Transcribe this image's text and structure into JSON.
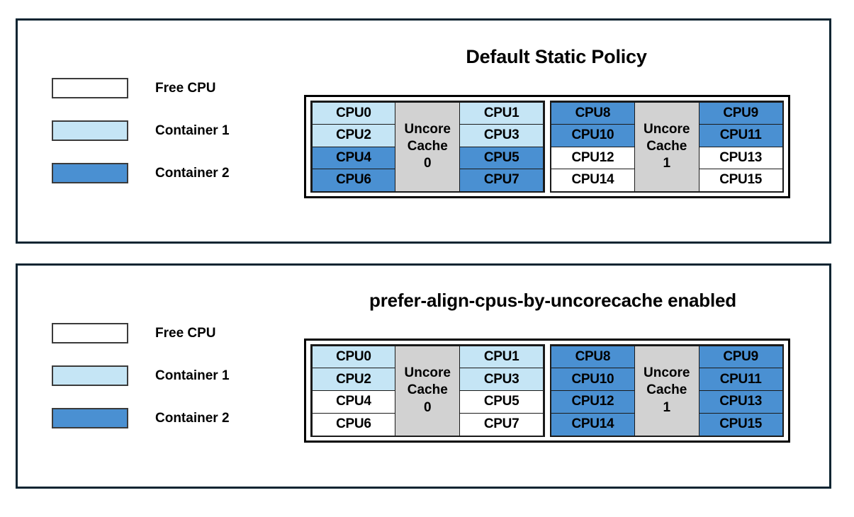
{
  "legend": {
    "items": [
      {
        "label": "Free CPU",
        "color": "#ffffff",
        "key": "free"
      },
      {
        "label": "Container 1",
        "color": "#c5e5f5",
        "key": "c1"
      },
      {
        "label": "Container 2",
        "color": "#4a90d2",
        "key": "c2"
      }
    ]
  },
  "colors": {
    "free": "#ffffff",
    "container1": "#c5e5f5",
    "container2": "#4a90d2",
    "uncore_cache": "#d2d2d2",
    "panel_border": "#0c2431",
    "cell_border": "#1a1a1a"
  },
  "panels": [
    {
      "id": "panel-1",
      "title": "Default Static Policy",
      "sockets": [
        {
          "uncore_line1": "Uncore",
          "uncore_line2": "Cache",
          "uncore_index": "0",
          "left_column": [
            {
              "label": "CPU0",
              "state": "c1"
            },
            {
              "label": "CPU2",
              "state": "c1"
            },
            {
              "label": "CPU4",
              "state": "c2"
            },
            {
              "label": "CPU6",
              "state": "c2"
            }
          ],
          "right_column": [
            {
              "label": "CPU1",
              "state": "c1"
            },
            {
              "label": "CPU3",
              "state": "c1"
            },
            {
              "label": "CPU5",
              "state": "c2"
            },
            {
              "label": "CPU7",
              "state": "c2"
            }
          ]
        },
        {
          "uncore_line1": "Uncore",
          "uncore_line2": "Cache",
          "uncore_index": "1",
          "left_column": [
            {
              "label": "CPU8",
              "state": "c2"
            },
            {
              "label": "CPU10",
              "state": "c2"
            },
            {
              "label": "CPU12",
              "state": "free"
            },
            {
              "label": "CPU14",
              "state": "free"
            }
          ],
          "right_column": [
            {
              "label": "CPU9",
              "state": "c2"
            },
            {
              "label": "CPU11",
              "state": "c2"
            },
            {
              "label": "CPU13",
              "state": "free"
            },
            {
              "label": "CPU15",
              "state": "free"
            }
          ]
        }
      ]
    },
    {
      "id": "panel-2",
      "title": "prefer-align-cpus-by-uncorecache enabled",
      "sockets": [
        {
          "uncore_line1": "Uncore",
          "uncore_line2": "Cache",
          "uncore_index": "0",
          "left_column": [
            {
              "label": "CPU0",
              "state": "c1"
            },
            {
              "label": "CPU2",
              "state": "c1"
            },
            {
              "label": "CPU4",
              "state": "free"
            },
            {
              "label": "CPU6",
              "state": "free"
            }
          ],
          "right_column": [
            {
              "label": "CPU1",
              "state": "c1"
            },
            {
              "label": "CPU3",
              "state": "c1"
            },
            {
              "label": "CPU5",
              "state": "free"
            },
            {
              "label": "CPU7",
              "state": "free"
            }
          ]
        },
        {
          "uncore_line1": "Uncore",
          "uncore_line2": "Cache",
          "uncore_index": "1",
          "left_column": [
            {
              "label": "CPU8",
              "state": "c2"
            },
            {
              "label": "CPU10",
              "state": "c2"
            },
            {
              "label": "CPU12",
              "state": "c2"
            },
            {
              "label": "CPU14",
              "state": "c2"
            }
          ],
          "right_column": [
            {
              "label": "CPU9",
              "state": "c2"
            },
            {
              "label": "CPU11",
              "state": "c2"
            },
            {
              "label": "CPU13",
              "state": "c2"
            },
            {
              "label": "CPU15",
              "state": "c2"
            }
          ]
        }
      ]
    }
  ]
}
